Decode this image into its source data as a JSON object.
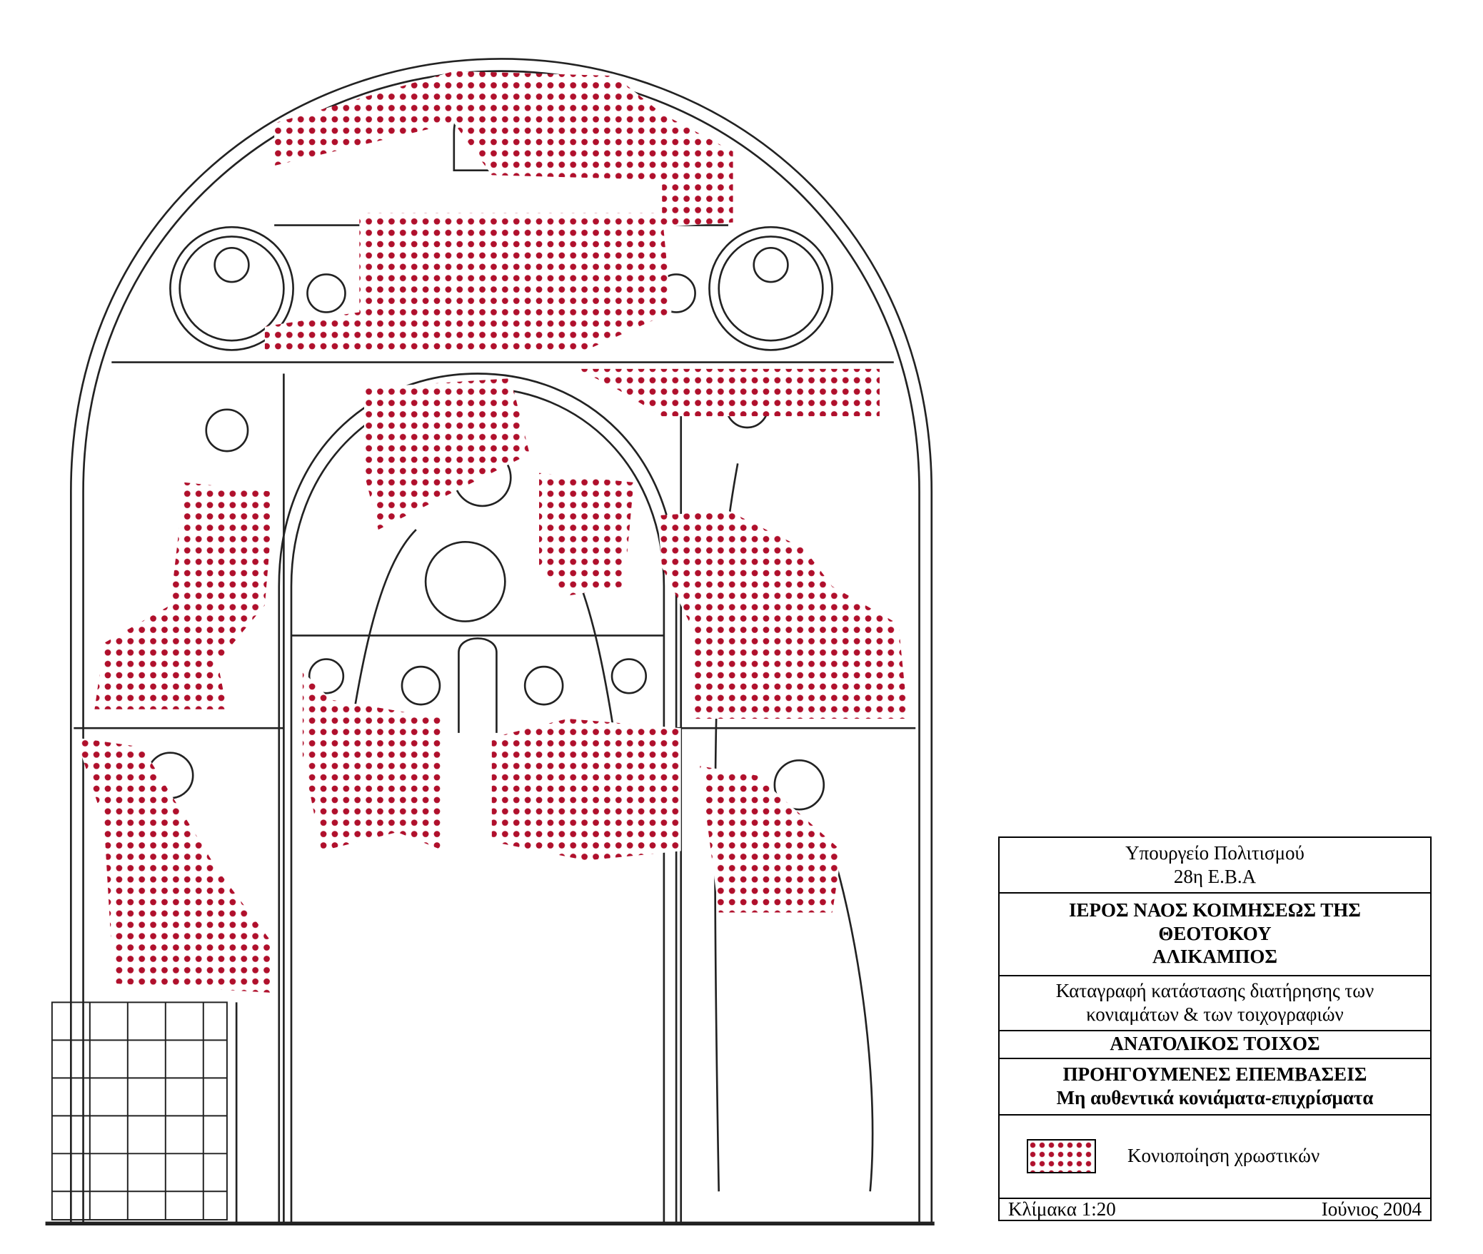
{
  "legend": {
    "ministry": "Υπουργείο Πολιτισμού",
    "ephorate": "28η Ε.Β.Α",
    "church_line1": "ΙΕΡΟΣ ΝΑΟΣ ΚΟΙΜΗΣΕΩΣ ΤΗΣ",
    "church_line2": "ΘΕΟΤΟΚΟΥ",
    "location": "ΑΛΙΚΑΜΠΟΣ",
    "description_line1": "Καταγραφή κατάστασης διατήρησης των",
    "description_line2": "κονιαμάτων & των τοιχογραφιών",
    "wall": "ΑΝΑΤΟΛΙΚΟΣ ΤΟΙΧΟΣ",
    "subject_line1": "ΠΡΟΗΓΟΥΜΕΝΕΣ ΕΠΕΜΒΑΣΕΙΣ",
    "subject_line2": "Μη αυθεντικά κονιάματα-επιχρίσματα",
    "key_label": "Κονιοποίηση χρωστικών",
    "scale": "Κλίμακα 1:20",
    "date": "Ιούνιος 2004"
  },
  "colors": {
    "dot": "#b0102c",
    "line": "#222222"
  }
}
